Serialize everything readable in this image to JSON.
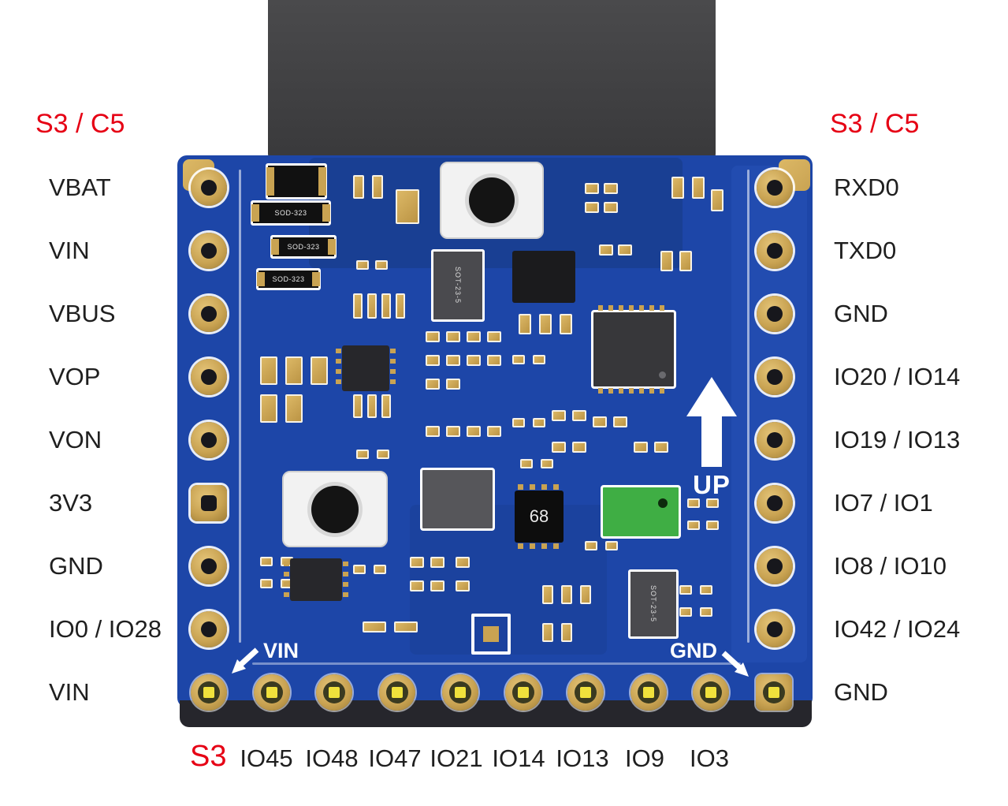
{
  "colors": {
    "red": "#e60014",
    "board_blue": "#1d46a8",
    "pad_gold": "#c9a352",
    "pin_yellow": "#f0e13c",
    "component_green": "#3fae44",
    "connector_gray": "#3f3f41",
    "label_ink": "#1f1f1f"
  },
  "header_left": "S3 / C5",
  "header_right": "S3 / C5",
  "left_pins": [
    "VBAT",
    "VIN",
    "VBUS",
    "VOP",
    "VON",
    "3V3",
    "GND",
    "IO0 / IO28",
    "VIN"
  ],
  "right_pins": [
    "RXD0",
    "TXD0",
    "GND",
    "IO20 / IO14",
    "IO19 / IO13",
    "IO7 / IO1",
    "IO8 / IO10",
    "IO42 / IO24",
    "GND"
  ],
  "bottom": {
    "prefix": "S3",
    "pins": [
      "IO45",
      "IO48",
      "IO47",
      "IO21",
      "IO14",
      "IO13",
      "IO9",
      "IO3"
    ]
  },
  "board_text": {
    "vin": "VIN",
    "gnd": "GND",
    "up": "UP",
    "ic68": "68",
    "sod323": "SOD-323",
    "sot23": "SOT-23-5"
  }
}
